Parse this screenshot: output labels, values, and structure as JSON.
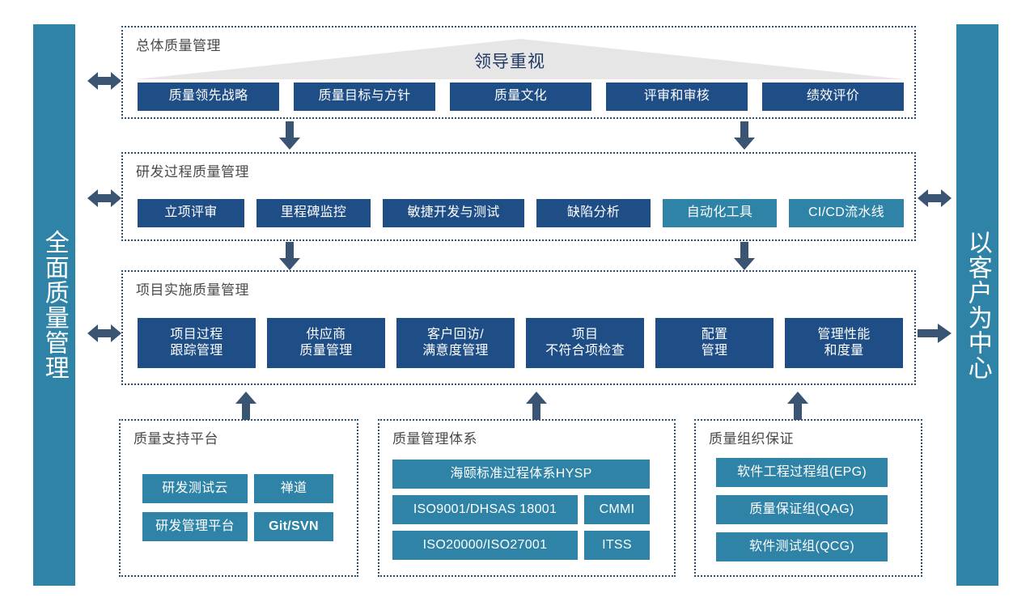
{
  "diagram": {
    "title_left_pillar": "全面质量管理",
    "title_right_pillar": "以客户为中心",
    "colors": {
      "navy": "#1F4E87",
      "teal": "#2E83A6",
      "arrow": "#3A5573",
      "pyramid": "#E6E6E6",
      "panel_border": "#2F4F6F",
      "pyramid_label": "#1F3864"
    }
  },
  "sections": {
    "overall": {
      "title": "总体质量管理",
      "pyramid_label": "领导重视",
      "items": [
        {
          "label": "质量领先战略",
          "style": "navy"
        },
        {
          "label": "质量目标与方针",
          "style": "navy"
        },
        {
          "label": "质量文化",
          "style": "navy"
        },
        {
          "label": "评审和审核",
          "style": "navy"
        },
        {
          "label": "绩效评价",
          "style": "navy"
        }
      ]
    },
    "rnd": {
      "title": "研发过程质量管理",
      "items": [
        {
          "label": "立项评审",
          "style": "navy"
        },
        {
          "label": "里程碑监控",
          "style": "navy"
        },
        {
          "label": "敏捷开发与测试",
          "style": "navy"
        },
        {
          "label": "缺陷分析",
          "style": "navy"
        },
        {
          "label": "自动化工具",
          "style": "teal"
        },
        {
          "label": "CI/CD流水线",
          "style": "teal"
        }
      ]
    },
    "project": {
      "title": "项目实施质量管理",
      "items": [
        {
          "label": "项目过程\n跟踪管理",
          "style": "navy"
        },
        {
          "label": "供应商\n质量管理",
          "style": "navy"
        },
        {
          "label": "客户回访/\n满意度管理",
          "style": "navy"
        },
        {
          "label": "项目\n不符合项检查",
          "style": "navy"
        },
        {
          "label": "配置\n管理",
          "style": "navy"
        },
        {
          "label": "管理性能\n和度量",
          "style": "navy"
        }
      ]
    },
    "platform": {
      "title": "质量支持平台",
      "items": [
        {
          "label": "研发测试云",
          "style": "teal"
        },
        {
          "label": "禅道",
          "style": "teal"
        },
        {
          "label": "研发管理平台",
          "style": "teal"
        },
        {
          "label": "Git/SVN",
          "style": "teal"
        }
      ]
    },
    "system": {
      "title": "质量管理体系",
      "items": [
        {
          "label": "海颐标准过程体系HYSP",
          "style": "teal"
        },
        {
          "label": "ISO9001/DHSAS 18001",
          "style": "teal"
        },
        {
          "label": "CMMI",
          "style": "teal"
        },
        {
          "label": "ISO20000/ISO27001",
          "style": "teal"
        },
        {
          "label": "ITSS",
          "style": "teal"
        }
      ]
    },
    "organization": {
      "title": "质量组织保证",
      "items": [
        {
          "label": "软件工程过程组(EPG)",
          "style": "teal"
        },
        {
          "label": "质量保证组(QAG)",
          "style": "teal"
        },
        {
          "label": "软件测试组(QCG)",
          "style": "teal"
        }
      ]
    }
  },
  "arrows": {
    "left_row1": "double-arrow-horizontal",
    "left_row2": "double-arrow-horizontal",
    "left_row3": "double-arrow-horizontal",
    "right_row2": "double-arrow-horizontal",
    "right_row3": "arrow-right",
    "down_1a": "arrow-down",
    "down_1b": "arrow-down",
    "down_2a": "arrow-down",
    "down_2b": "arrow-down",
    "up_1": "arrow-up",
    "up_2": "arrow-up",
    "up_3": "arrow-up"
  }
}
